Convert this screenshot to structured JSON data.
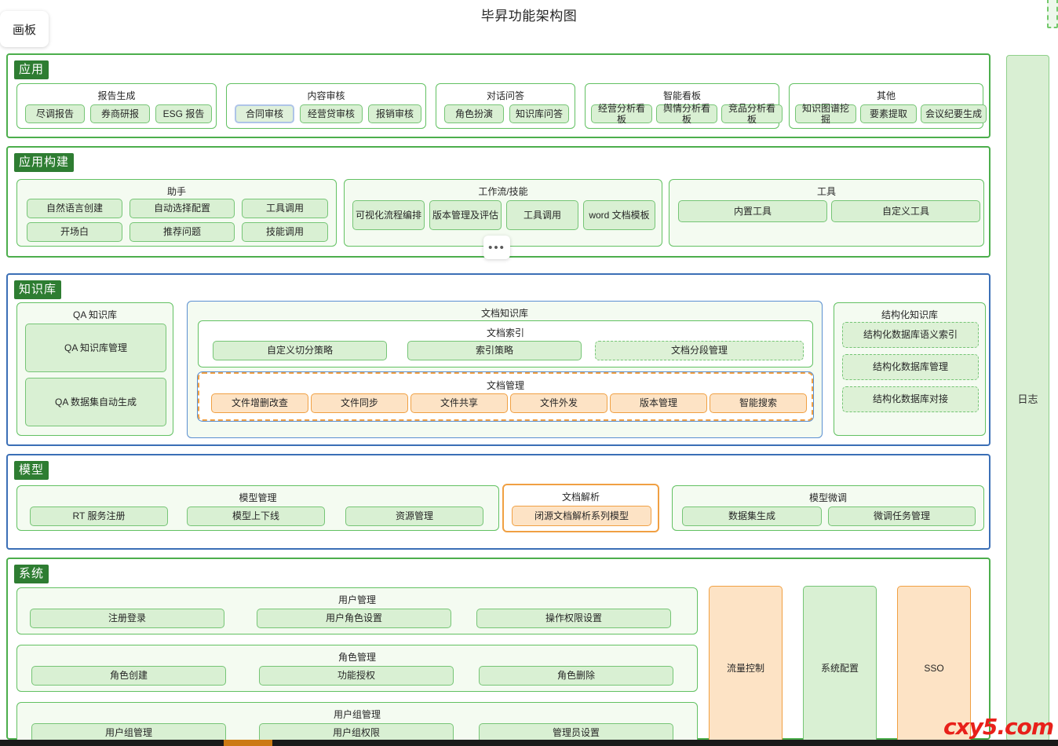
{
  "page": {
    "title": "毕昇功能架构图",
    "canvas_tab": "画板",
    "log_rail": "日志",
    "watermark": "cxy5.com",
    "ellipsis": "•••"
  },
  "bands": [
    {
      "id": "application",
      "tag": "应用",
      "groups": [
        {
          "title": "报告生成",
          "items": [
            "尽调报告",
            "券商研报",
            "ESG 报告"
          ]
        },
        {
          "title": "内容审核",
          "items": [
            "合同审核",
            "经营贷审核",
            "报销审核"
          ],
          "selected": "合同审核"
        },
        {
          "title": "对话问答",
          "items": [
            "角色扮演",
            "知识库问答"
          ]
        },
        {
          "title": "智能看板",
          "items": [
            "经营分析看板",
            "舆情分析看板",
            "竞品分析看板"
          ]
        },
        {
          "title": "其他",
          "items": [
            "知识图谱挖掘",
            "要素提取",
            "会议纪要生成"
          ]
        }
      ]
    },
    {
      "id": "application-build",
      "tag": "应用构建",
      "groups": [
        {
          "title": "助手",
          "items": [
            "自然语言创建",
            "自动选择配置",
            "工具调用",
            "开场白",
            "推荐问题",
            "技能调用"
          ]
        },
        {
          "title": "工作流/技能",
          "items": [
            "可视化流程编排",
            "版本管理及评估",
            "工具调用",
            "word 文档模板"
          ]
        },
        {
          "title": "工具",
          "items": [
            "内置工具",
            "自定义工具"
          ]
        }
      ]
    },
    {
      "id": "knowledge-base",
      "tag": "知识库",
      "groups": [
        {
          "title": "QA 知识库",
          "items": [
            "QA 知识库管理",
            "QA 数据集自动生成"
          ]
        },
        {
          "title": "文档知识库",
          "subgroups": [
            {
              "title": "文档索引",
              "items": [
                "自定义切分策略",
                "索引策略",
                "文档分段管理"
              ],
              "dashed": [
                "文档分段管理"
              ]
            },
            {
              "title": "文档管理",
              "items": [
                "文件增删改查",
                "文件同步",
                "文件共享",
                "文件外发",
                "版本管理",
                "智能搜索"
              ]
            }
          ]
        },
        {
          "title": "结构化知识库",
          "items": [
            "结构化数据库语义索引",
            "结构化数据库管理",
            "结构化数据库对接"
          ]
        }
      ]
    },
    {
      "id": "model",
      "tag": "模型",
      "groups": [
        {
          "title": "模型管理",
          "items": [
            "RT 服务注册",
            "模型上下线",
            "资源管理"
          ]
        },
        {
          "title": "文档解析",
          "items": [
            "闭源文档解析系列模型"
          ]
        },
        {
          "title": "模型微调",
          "items": [
            "数据集生成",
            "微调任务管理"
          ]
        }
      ]
    },
    {
      "id": "system",
      "tag": "系统",
      "groups": [
        {
          "title": "用户管理",
          "items": [
            "注册登录",
            "用户角色设置",
            "操作权限设置"
          ]
        },
        {
          "title": "角色管理",
          "items": [
            "角色创建",
            "功能授权",
            "角色删除"
          ]
        },
        {
          "title": "用户组管理",
          "items": [
            "用户组管理",
            "用户组权限",
            "管理员设置"
          ]
        }
      ],
      "standalone": [
        "流量控制",
        "系统配置",
        "SSO"
      ]
    }
  ],
  "colors": {
    "band_green": "#4cae4c",
    "band_blue": "#3b6fb6",
    "tag_bg": "#2e7d32",
    "chip_green_bg": "#d9f0d3",
    "chip_green_border": "#76c576",
    "chip_orange_bg": "#fde3c5",
    "chip_orange_border": "#f0a043",
    "selected_border": "#aec4e8",
    "watermark": "#e8201a"
  }
}
